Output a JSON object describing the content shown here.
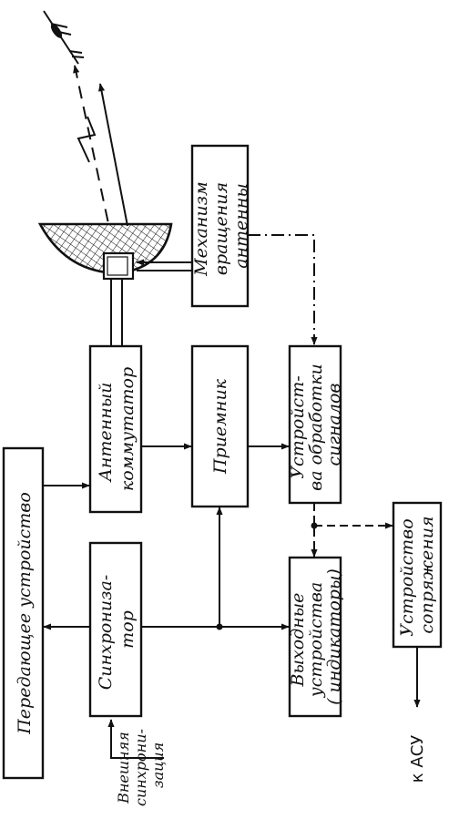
{
  "blocks": {
    "transmitter": [
      "Передающее устройство"
    ],
    "synchronizer": [
      "Синхрониза-",
      "тор"
    ],
    "antenna_switch": [
      "Антенный",
      "коммутатор"
    ],
    "receiver": [
      "Приемник"
    ],
    "signal_processor": [
      "Устройст-",
      "ва обработки",
      "сигналов"
    ],
    "output_devices": [
      "Выходные",
      "устройства",
      "( индикаторы)"
    ],
    "antenna_drive": [
      "Механизм",
      "вращения",
      "антенны"
    ],
    "interface_device": [
      "Устройство",
      "сопряжения"
    ]
  },
  "labels": {
    "external_sync": [
      "Внешняя",
      "синхрони-",
      "зация"
    ],
    "to_asu": "к АСУ"
  },
  "colors": {
    "ink": "#111111",
    "paper": "#ffffff"
  }
}
